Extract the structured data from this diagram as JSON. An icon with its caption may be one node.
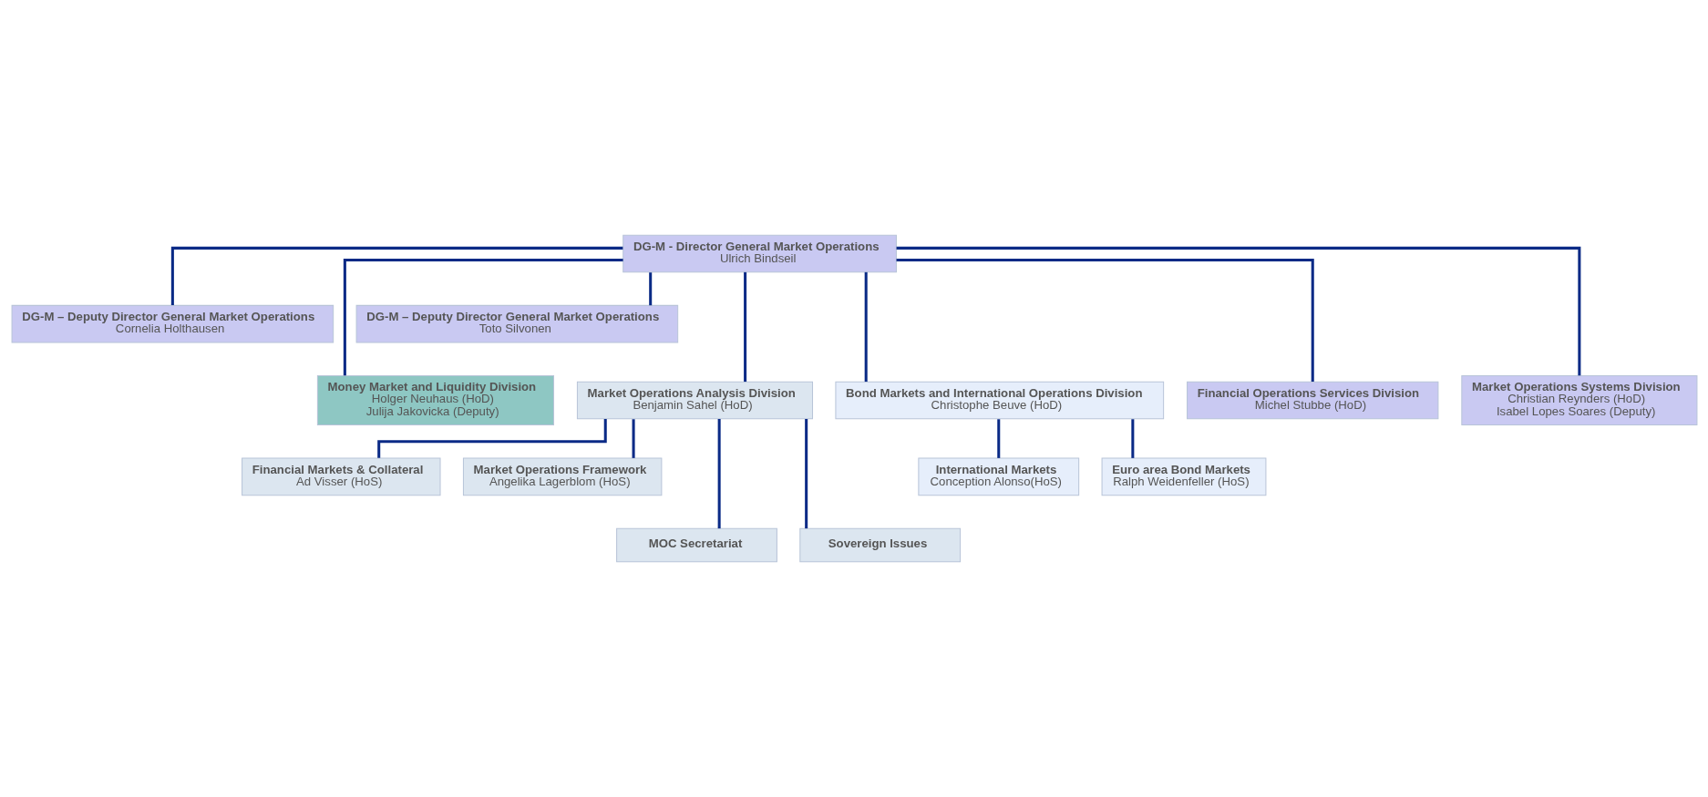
{
  "diagram": {
    "nodes": [
      {
        "text": [
          "DG-M - Director General Market Operations",
          "Ulrich Bindseil"
        ]
      },
      {
        "text": [
          "DG-M – Deputy Director General Market Operations",
          "Cornelia Holthausen"
        ]
      },
      {
        "text": [
          "DG-M – Deputy Director General Market Operations",
          "Toto Silvonen"
        ]
      },
      {
        "text": [
          "Money Market and Liquidity Division",
          "Holger Neuhaus (HoD)",
          "Julija Jakovicka (Deputy)"
        ]
      },
      {
        "text": [
          "Market Operations Analysis Division",
          "Benjamin Sahel (HoD)"
        ]
      },
      {
        "text": [
          "Financial Markets & Collateral",
          "Ad Visser (HoS)"
        ]
      },
      {
        "text": [
          "Market Operations Framework",
          "Angelika Lagerblom (HoS)"
        ]
      },
      {
        "text": [
          "MOC Secretariat"
        ]
      },
      {
        "text": [
          "Sovereign Issues"
        ]
      },
      {
        "text": [
          "Bond Markets and International Operations Division",
          "Christophe Beuve (HoD)"
        ]
      },
      {
        "text": [
          "International Markets",
          "Conception Alonso(HoS)"
        ]
      },
      {
        "text": [
          "Euro area Bond Markets",
          "Ralph Weidenfeller (HoS)"
        ]
      },
      {
        "text": [
          "Financial Operations Services Division",
          "Michel Stubbe (HoD)"
        ]
      },
      {
        "text": [
          "Market Operations Systems Division",
          "Christian Reynders (HoD)",
          "Isabel Lopes Soares (Deputy)"
        ]
      }
    ],
    "edges": [
      {
        "from": 0,
        "to": 1,
        "arrow": "none"
      },
      {
        "from": 0,
        "to": 2,
        "arrow": "none"
      },
      {
        "from": 0,
        "to": 3,
        "arrow": "none"
      },
      {
        "from": 0,
        "to": 4,
        "arrow": "none"
      },
      {
        "from": 0,
        "to": 9,
        "arrow": "none"
      },
      {
        "from": 0,
        "to": 12,
        "arrow": "none"
      },
      {
        "from": 0,
        "to": 13,
        "arrow": "none"
      },
      {
        "from": 4,
        "to": 5,
        "arrow": "none"
      },
      {
        "from": 4,
        "to": 6,
        "arrow": "none"
      },
      {
        "from": 4,
        "to": 7,
        "arrow": "none"
      },
      {
        "from": 4,
        "to": 8,
        "arrow": "none"
      },
      {
        "from": 9,
        "to": 10,
        "arrow": "none"
      },
      {
        "from": 9,
        "to": 11,
        "arrow": "none"
      }
    ]
  }
}
